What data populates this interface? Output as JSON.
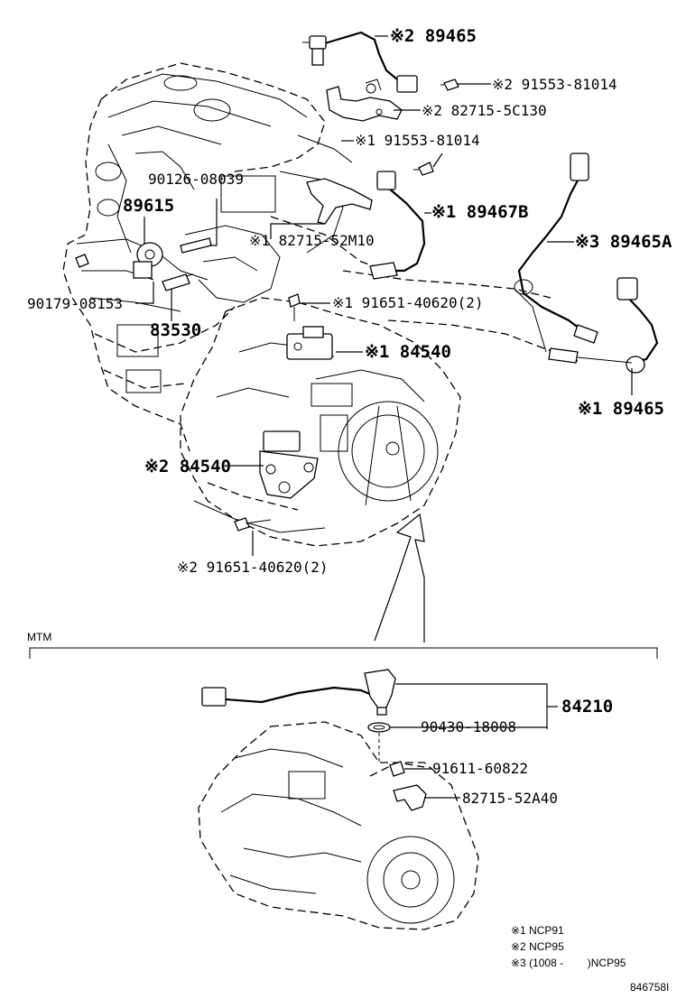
{
  "diagram": {
    "callouts": {
      "c89465_top": "※2 89465",
      "c91553_2": "※2 91553-81014",
      "c82715_5c130": "※2 82715-5C130",
      "c91553_1": "※1 91553-81014",
      "c89467b": "※1 89467B",
      "c90126": "90126-08039",
      "c89615": "89615",
      "c82715_52m10": "※1 82715-52M10",
      "c89465a": "※3 89465A",
      "c90179": "90179-08153",
      "c91651_1": "※1 91651-40620(2)",
      "c83530": "83530",
      "c84540_1": "※1 84540",
      "c89465_right": "※1 89465",
      "c84540_2": "※2 84540",
      "c91651_2": "※2 91651-40620(2)"
    },
    "section_label": "MTM",
    "mtm_callouts": {
      "c84210": "84210",
      "c90430": "90430-18008",
      "c91611": "91611-60822",
      "c82715_52a40": "82715-52A40"
    },
    "legend": [
      "※1 NCP91",
      "※2 NCP95",
      "※3 (1008 -        )NCP95"
    ],
    "figure_id": "846758I"
  }
}
